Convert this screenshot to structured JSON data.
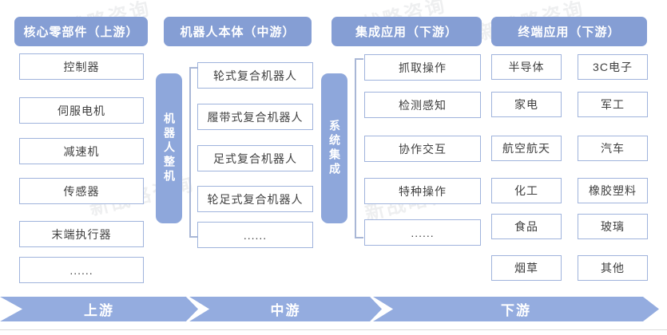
{
  "palette": {
    "header_bg": "#859ED4",
    "vertical_bar_bg": "#8EA7DB",
    "arrow_bg": "#94ACDF",
    "box_border": "#9FB3DC",
    "box_text": "#3F3F3F",
    "bracket_line": "#A9B7D6"
  },
  "headers": {
    "core_components": "核心零部件（上游）",
    "robot_body": "机器人本体（中游）",
    "integrated_apps": "集成应用（下游）",
    "terminal_apps": "终端应用（下游）"
  },
  "upstream": {
    "items": [
      "控制器",
      "伺服电机",
      "减速机",
      "传感器",
      "末端执行器",
      "......"
    ]
  },
  "midstream": {
    "bar": "机器人整机",
    "items": [
      "轮式复合机器人",
      "履带式复合机器人",
      "足式复合机器人",
      "轮足式复合机器人",
      "......"
    ]
  },
  "integration": {
    "bar": "系统集成",
    "items": [
      "抓取操作",
      "检测感知",
      "协作交互",
      "特种操作",
      "......"
    ]
  },
  "terminal": {
    "col_a": [
      "半导体",
      "家电",
      "航空航天",
      "化工",
      "食品",
      "烟草"
    ],
    "col_b": [
      "3C电子",
      "军工",
      "汽车",
      "橡胶塑料",
      "玻璃",
      "其他"
    ]
  },
  "flow": {
    "stages": [
      "上游",
      "中游",
      "下游"
    ]
  },
  "watermark": {
    "text": "新战略咨询"
  }
}
